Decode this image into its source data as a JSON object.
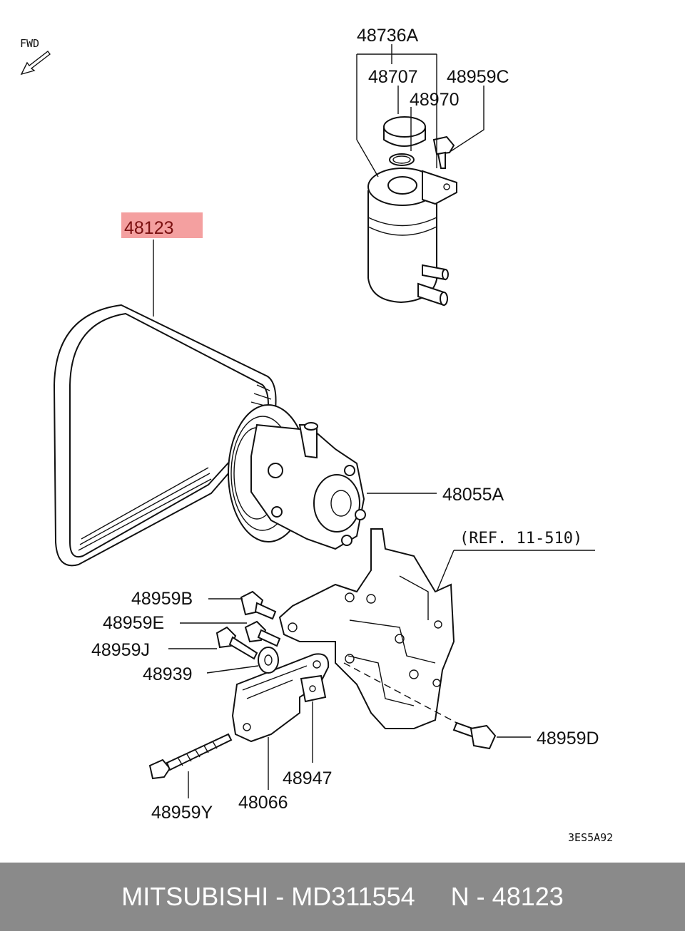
{
  "diagram": {
    "fwd_label": "FWD",
    "drawing_code": "3ES5A92",
    "reference_note": "(REF. 11-510)",
    "highlight_color": "#f4a0a0",
    "parts": {
      "p48736A": "48736A",
      "p48707": "48707",
      "p48970": "48970",
      "p48959C": "48959C",
      "p48123": "48123",
      "p48055A": "48055A",
      "p48959B": "48959B",
      "p48959E": "48959E",
      "p48959J": "48959J",
      "p48939": "48939",
      "p48959D": "48959D",
      "p48947": "48947",
      "p48066": "48066",
      "p48959Y": "48959Y"
    }
  },
  "footer": {
    "text": "MITSUBISHI - MD311554     N - 48123",
    "background": "#8a8a8a"
  }
}
